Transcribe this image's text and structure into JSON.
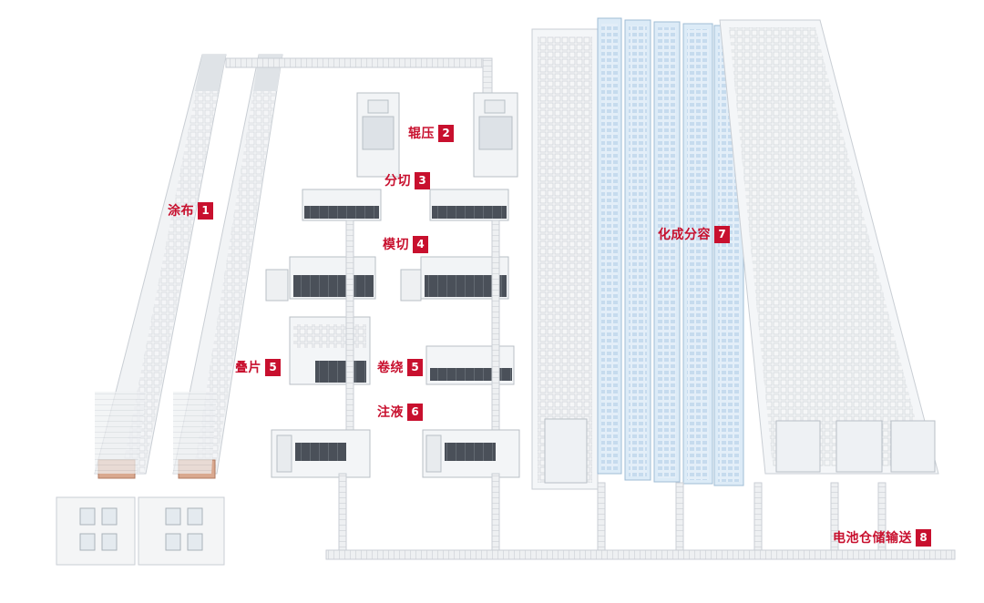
{
  "colors": {
    "accent": "#c8102e",
    "machine": "#f2f4f6",
    "machine_edge": "#c9ced4",
    "screen": "#3a4048",
    "cold_rack": "#dcebf7",
    "conveyor": "#e6e8eb"
  },
  "labels": [
    {
      "id": "coating",
      "text": "涂布",
      "num": "1"
    },
    {
      "id": "rolling",
      "text": "辊压",
      "num": "2"
    },
    {
      "id": "slitting",
      "text": "分切",
      "num": "3"
    },
    {
      "id": "die-cutting",
      "text": "模切",
      "num": "4"
    },
    {
      "id": "stacking",
      "text": "叠片",
      "num": "5"
    },
    {
      "id": "winding",
      "text": "卷绕",
      "num": "5"
    },
    {
      "id": "injection",
      "text": "注液",
      "num": "6"
    },
    {
      "id": "formation",
      "text": "化成分容",
      "num": "7"
    },
    {
      "id": "storage",
      "text": "电池仓储输送",
      "num": "8"
    }
  ]
}
